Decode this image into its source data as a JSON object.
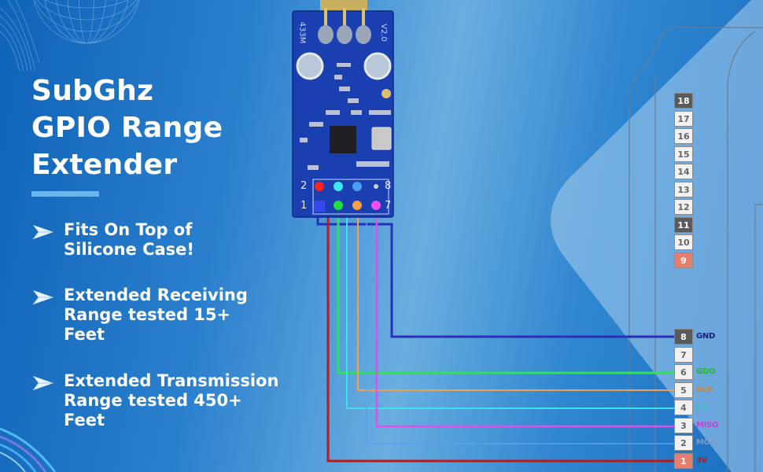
{
  "headline": {
    "line1": "SubGhz",
    "line2": "GPIO Range",
    "line3": "Extender"
  },
  "bullets": [
    {
      "icon": "chevron-arrow-icon",
      "line1": "Fits On Top of",
      "line2": "Silicone Case!",
      "line3": ""
    },
    {
      "icon": "chevron-arrow-icon",
      "line1": "Extended Receiving",
      "line2": "Range tested 15+",
      "line3": "Feet"
    },
    {
      "icon": "chevron-arrow-icon",
      "line1": "Extended Transmission",
      "line2": "Range tested 450+",
      "line3": "Feet"
    }
  ],
  "module": {
    "freq_label": "433M",
    "version_label": "V2.0",
    "header_pin_numbers": {
      "top_left": "2",
      "bottom_left": "1",
      "top_right": "8",
      "bottom_right": "7"
    }
  },
  "gpio_header": {
    "upper_pins": [
      {
        "num": "18",
        "style": "dark"
      },
      {
        "num": "17",
        "style": "light"
      },
      {
        "num": "16",
        "style": "light"
      },
      {
        "num": "15",
        "style": "light"
      },
      {
        "num": "14",
        "style": "light"
      },
      {
        "num": "13",
        "style": "light"
      },
      {
        "num": "12",
        "style": "light"
      },
      {
        "num": "11",
        "style": "dark"
      },
      {
        "num": "10",
        "style": "light"
      },
      {
        "num": "9",
        "style": "red"
      }
    ],
    "lower_pins": [
      {
        "num": "8",
        "style": "dark",
        "label": "GND",
        "label_color": "#1a237e"
      },
      {
        "num": "7",
        "style": "light",
        "label": "",
        "label_color": ""
      },
      {
        "num": "6",
        "style": "light",
        "label": "GDO",
        "label_color": "#2bb52b"
      },
      {
        "num": "5",
        "style": "light",
        "label": "SCK",
        "label_color": "#c8843a"
      },
      {
        "num": "4",
        "style": "light",
        "label": "CS",
        "label_color": "#35c9b8"
      },
      {
        "num": "3",
        "style": "light",
        "label": "MISO",
        "label_color": "#d03fd0"
      },
      {
        "num": "2",
        "style": "light",
        "label": "MOSI",
        "label_color": "#7d9cc4"
      },
      {
        "num": "1",
        "style": "red",
        "label": "3V",
        "label_color": "#b01c1c"
      }
    ]
  },
  "wire_colors": {
    "gnd": "#2a2fb8",
    "gdo": "#2fe05a",
    "sck": "#f0a050",
    "cs": "#3fe0e8",
    "miso": "#e050e8",
    "mosi": "#5aa0f0",
    "v3": "#c01818"
  }
}
